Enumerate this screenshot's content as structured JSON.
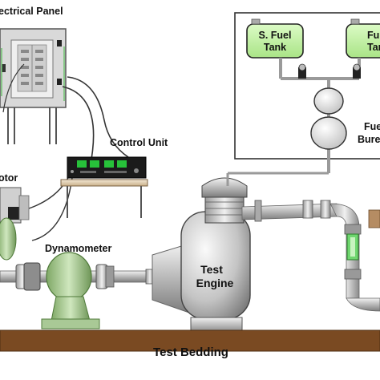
{
  "labels": {
    "electrical_panel": "ectrical Panel",
    "control_unit": "Control Unit",
    "motor": "otor",
    "dynamometer": "Dynamometer",
    "test_engine_line1": "Test",
    "test_engine_line2": "Engine",
    "test_bedding": "Test Bedding",
    "s_fuel_tank_line1": "S. Fuel",
    "s_fuel_tank_line2": "Tank",
    "fuel_tank_line1": "Fu",
    "fuel_tank_line2": "Tar",
    "fuel_burette_line1": "Fue",
    "fuel_burette_line2": "Bure"
  },
  "colors": {
    "tank_fill": "#c6f2a8",
    "dyno_green": "#a6cc8c",
    "bedding": "#7a4a22",
    "metal": "#c8c8c8",
    "control_unit_display": "#27c23a"
  }
}
